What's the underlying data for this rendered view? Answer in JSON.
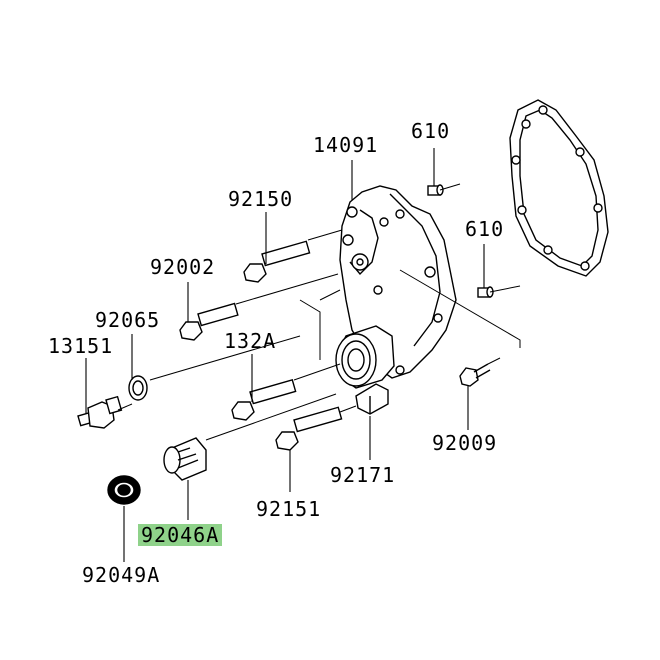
{
  "diagram": {
    "highlight_color": "#8fd28a",
    "parts": [
      {
        "key": "p14091",
        "label": "14091"
      },
      {
        "key": "p610a",
        "label": "610"
      },
      {
        "key": "p610b",
        "label": "610"
      },
      {
        "key": "p92150",
        "label": "92150"
      },
      {
        "key": "p92002",
        "label": "92002"
      },
      {
        "key": "p92065",
        "label": "92065"
      },
      {
        "key": "p13151",
        "label": "13151"
      },
      {
        "key": "p132A",
        "label": "132A"
      },
      {
        "key": "p92009",
        "label": "92009"
      },
      {
        "key": "p92171",
        "label": "92171"
      },
      {
        "key": "p92151",
        "label": "92151"
      },
      {
        "key": "p92046A",
        "label": "92046A",
        "highlighted": true
      },
      {
        "key": "p92049A",
        "label": "92049A"
      }
    ]
  }
}
